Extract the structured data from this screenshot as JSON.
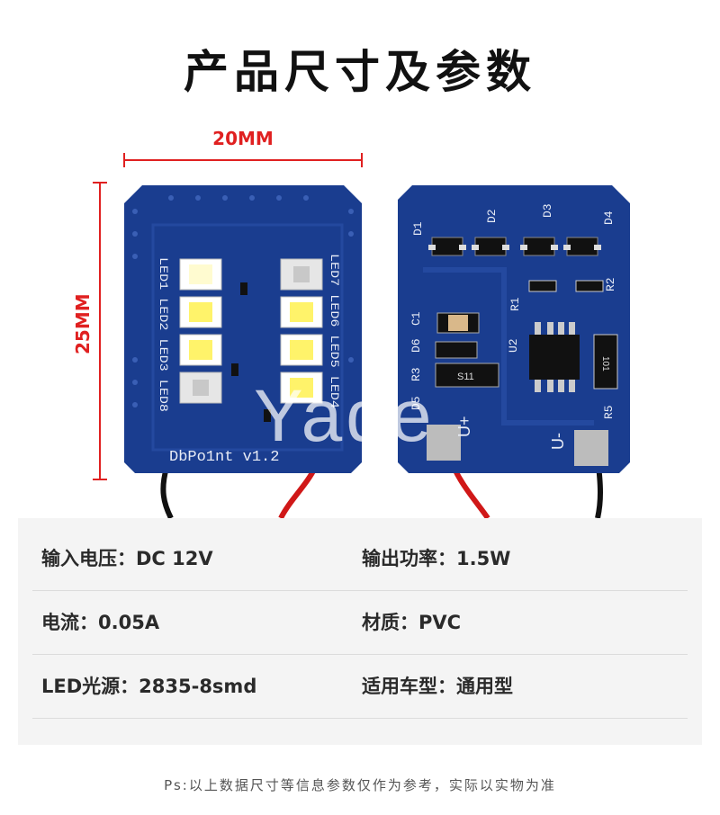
{
  "title": "产品尺寸及参数",
  "dimensions": {
    "width_label": "20MM",
    "height_label": "25MM"
  },
  "board_front": {
    "silkscreen_left": "LED1 LED2 LED3 LED8",
    "silkscreen_right": "LED7 LED6 LED5 LED4",
    "version": "DbPo1nt v1.2"
  },
  "board_back": {
    "labels": [
      "D1",
      "D2",
      "D3",
      "D4",
      "R1",
      "R2",
      "D6",
      "C1",
      "R3",
      "D5",
      "U2",
      "R5"
    ],
    "chip_code": "S11",
    "resistor_code": "101",
    "terminal_pos": "U+",
    "terminal_neg": "U-"
  },
  "watermark": "Yade",
  "specs": [
    {
      "left": "输入电压：DC 12V",
      "right": "输出功率：1.5W"
    },
    {
      "left": "电流：0.05A",
      "right": "材质：PVC"
    },
    {
      "left": "LED光源：2835-8smd",
      "right": "适用车型：通用型"
    }
  ],
  "footnote": "Ps:以上数据尺寸等信息参数仅作为参考，实际以实物为准",
  "colors": {
    "pcb": "#1a3d8f",
    "dimension": "#e02020",
    "panel": "#f4f4f4"
  }
}
